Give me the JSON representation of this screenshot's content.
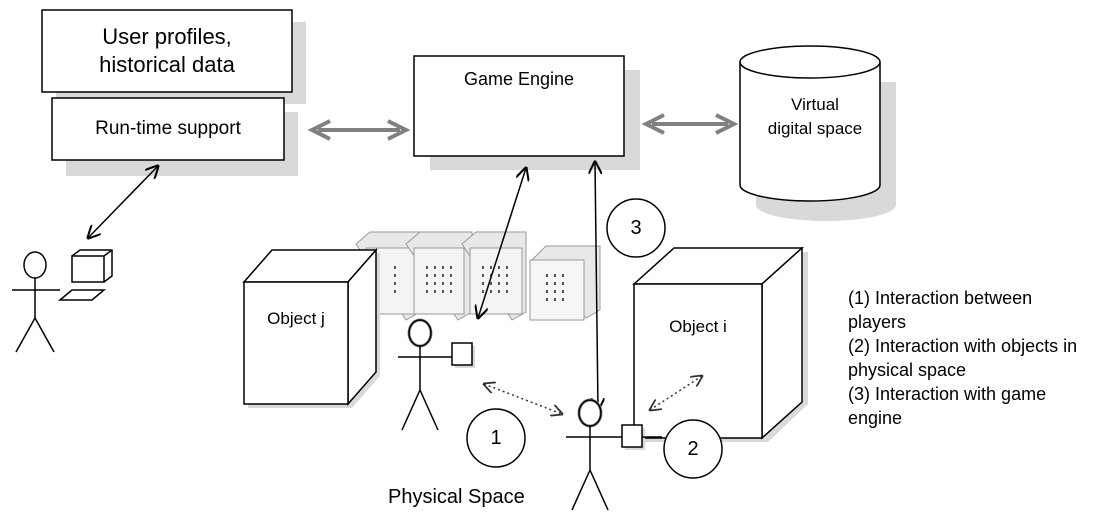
{
  "boxes": {
    "user_profiles": "User profiles,\nhistorical data",
    "runtime_support": "Run-time support",
    "game_engine": "Game Engine",
    "virtual_space": "Virtual\ndigital space",
    "object_j": "Object j",
    "object_i": "Object i"
  },
  "circles": {
    "one": "1",
    "two": "2",
    "three": "3"
  },
  "physical_space_label": "Physical Space",
  "legend": [
    "(1) Interaction between",
    "players",
    "(2) Interaction with objects in",
    "physical space",
    "(3) Interaction with game",
    "engine"
  ],
  "colors": {
    "shadow": "#d9d9d9",
    "double_arrow": "#808080",
    "stroke": "#000000"
  }
}
